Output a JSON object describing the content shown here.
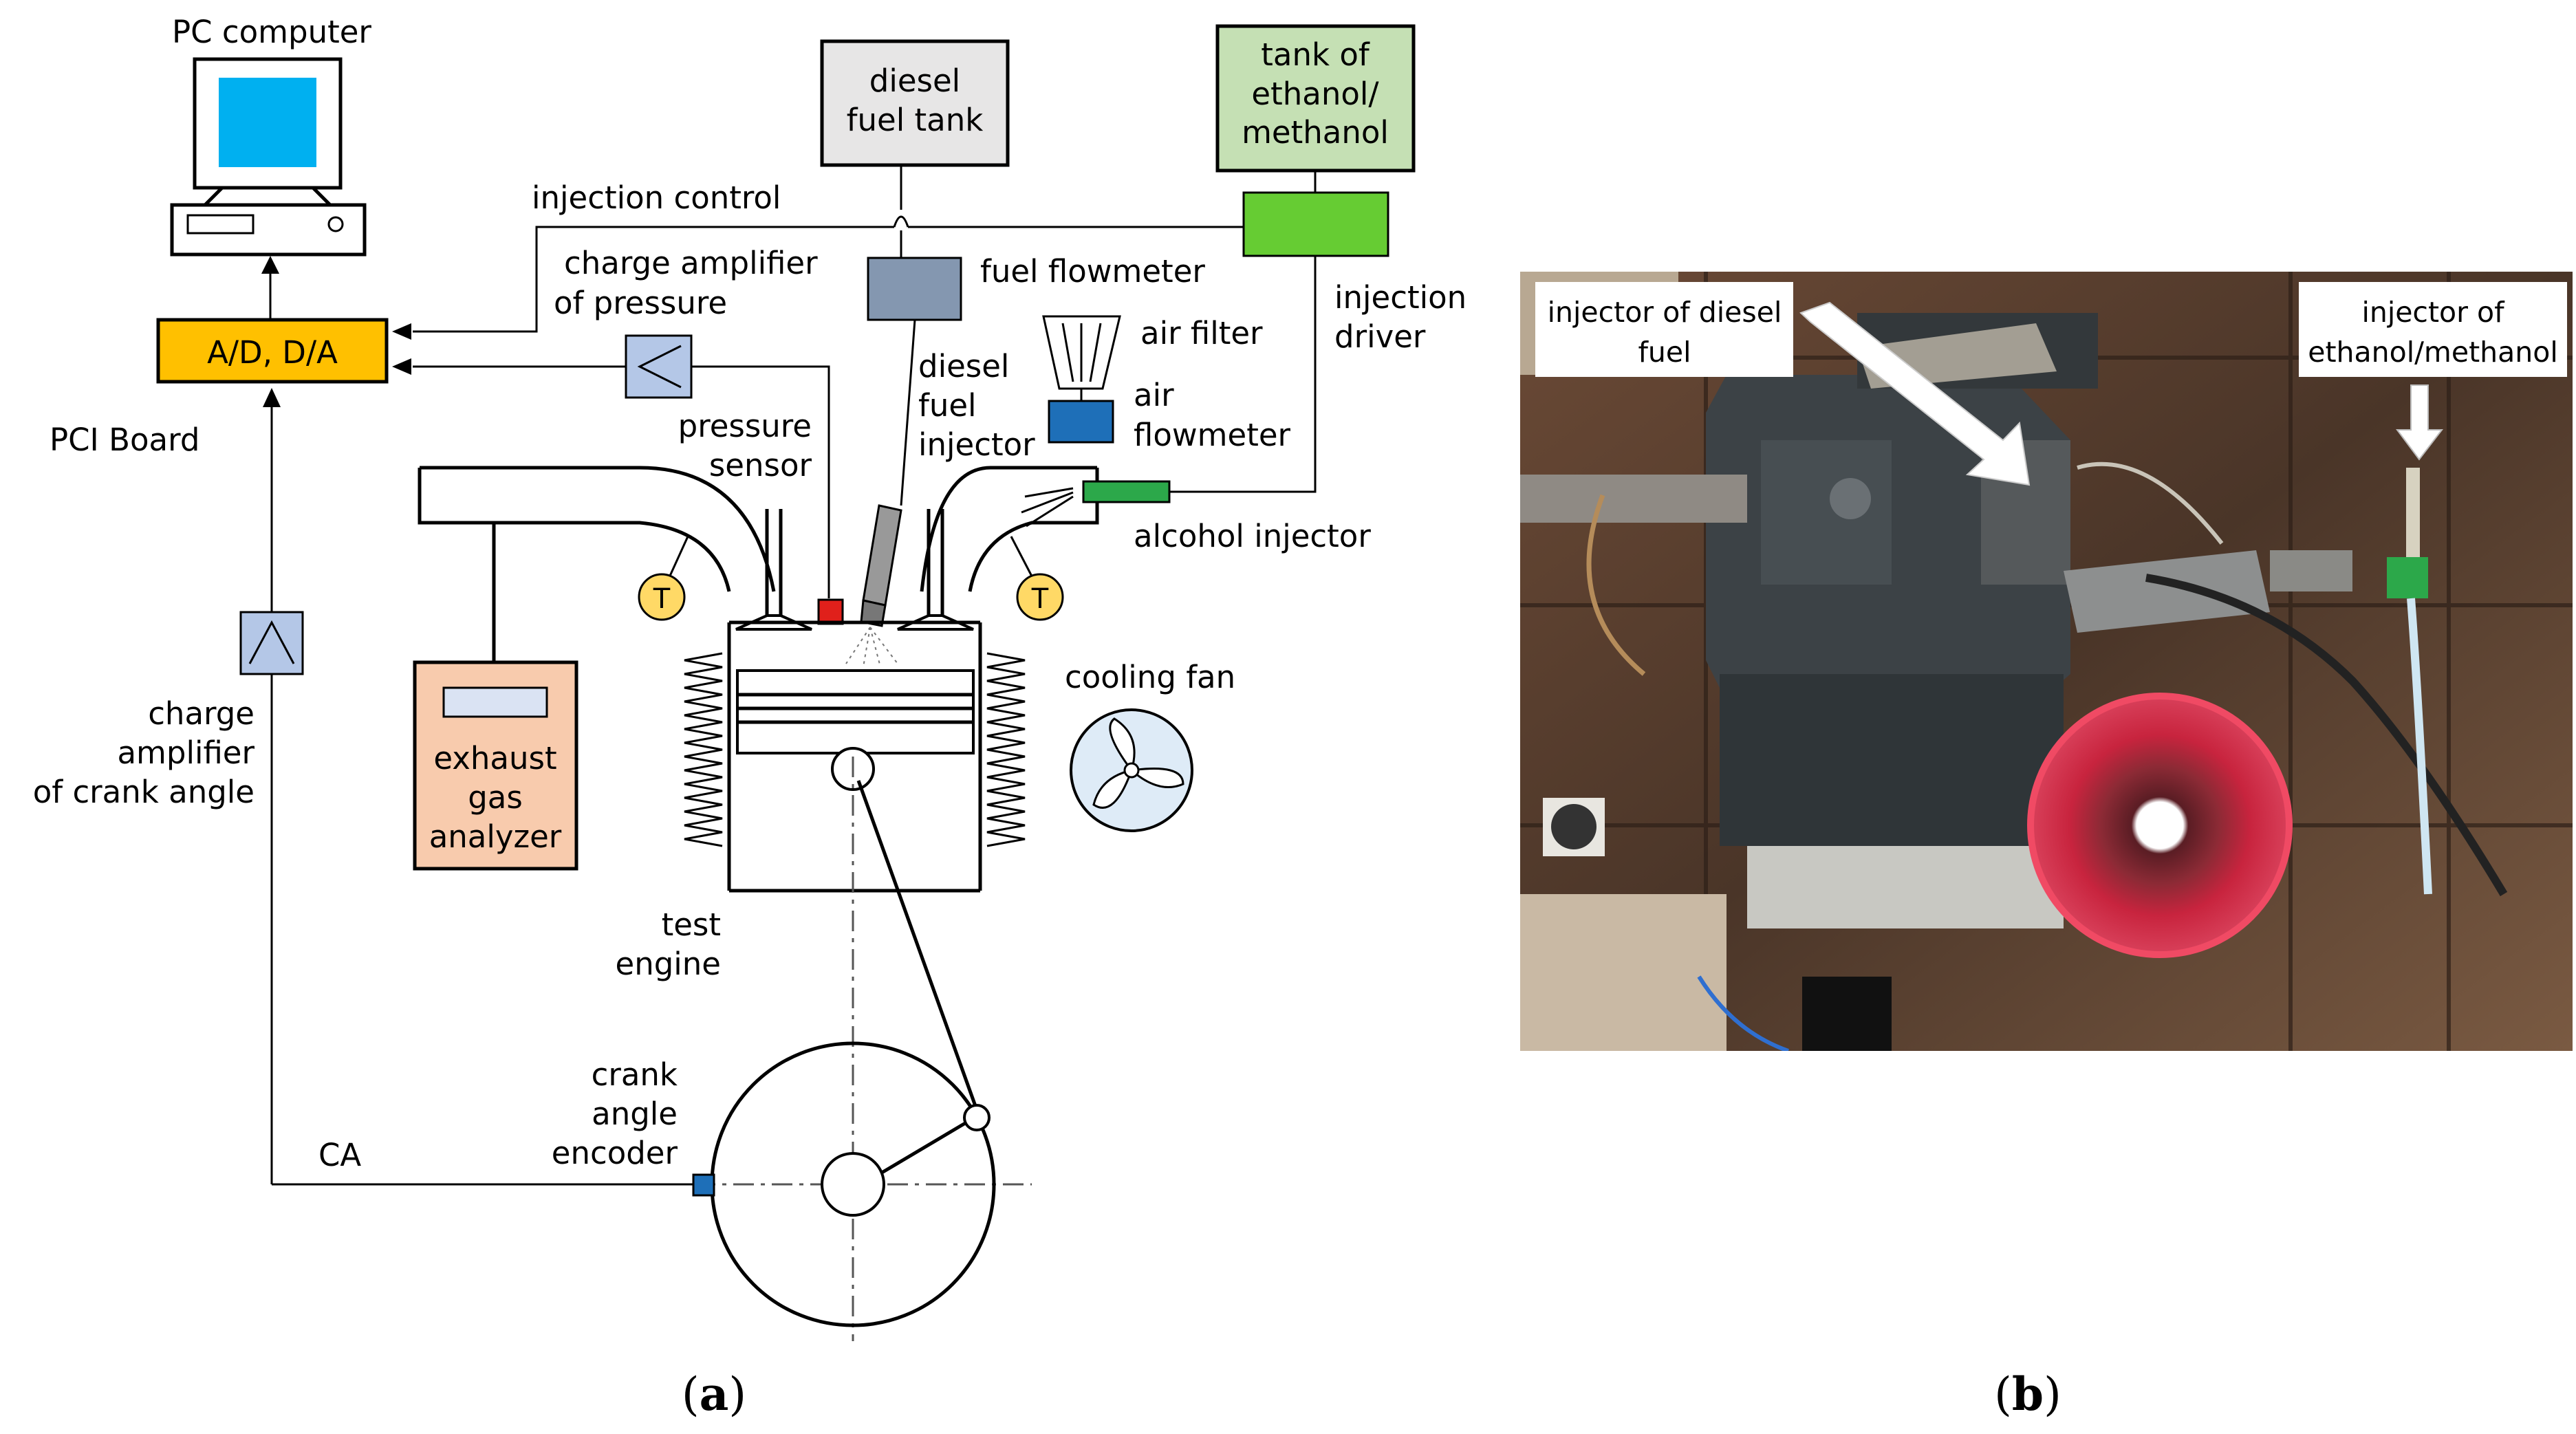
{
  "panel_a": {
    "labels": {
      "pc_computer": "PC computer",
      "ad_da": "A/D, D/A",
      "pci_board": "PCI Board",
      "injection_control": "injection control",
      "charge_amp_pressure_1": "charge amplifier",
      "charge_amp_pressure_2": "of pressure",
      "diesel_tank_1": "diesel",
      "diesel_tank_2": "fuel tank",
      "alcohol_tank_1": "tank of",
      "alcohol_tank_2": "ethanol/",
      "alcohol_tank_3": "methanol",
      "fuel_flowmeter": "fuel flowmeter",
      "injection_driver_1": "injection",
      "injection_driver_2": "driver",
      "air_filter": "air filter",
      "air_flowmeter_1": "air",
      "air_flowmeter_2": "flowmeter",
      "diesel_injector_1": "diesel",
      "diesel_injector_2": "fuel",
      "diesel_injector_3": "injector",
      "pressure_sensor_1": "pressure",
      "pressure_sensor_2": "sensor",
      "alcohol_injector": "alcohol injector",
      "thermo_left": "T",
      "thermo_right": "T",
      "cooling_fan": "cooling fan",
      "exhaust_1": "exhaust",
      "exhaust_2": "gas",
      "exhaust_3": "analyzer",
      "charge_amp_crank_1": "charge",
      "charge_amp_crank_2": "amplifier",
      "charge_amp_crank_3": "of crank angle",
      "test_engine_1": "test",
      "test_engine_2": "engine",
      "crank_encoder_1": "crank",
      "crank_encoder_2": "angle",
      "crank_encoder_3": "encoder",
      "ca": "CA"
    },
    "caption_open": "(",
    "caption_letter": "a",
    "caption_close": ")"
  },
  "panel_b": {
    "label_diesel_injector_1": "injector of diesel",
    "label_diesel_injector_2": "fuel",
    "label_alcohol_injector_1": "injector of",
    "label_alcohol_injector_2": "ethanol/methanol",
    "caption_open": "(",
    "caption_letter": "b",
    "caption_close": ")"
  },
  "colors": {
    "pc_screen": "#00b0f0",
    "ad_board": "#ffc000",
    "amplifier": "#b4c7e7",
    "diesel_tank": "#e7e6e6",
    "alcohol_tank": "#c5e0b4",
    "injection_driver": "#66cc33",
    "fuel_flowmeter": "#8497b0",
    "air_flowmeter": "#1e6fb8",
    "alcohol_injector": "#2ca84a",
    "pressure_sensor": "#e0201b",
    "thermocouple": "#ffd966",
    "exhaust_analyzer": "#f8cbad",
    "cooling_fan": "#deebf7",
    "encoder": "#1e6fb8",
    "air_filter_foam": "#c8243e"
  }
}
